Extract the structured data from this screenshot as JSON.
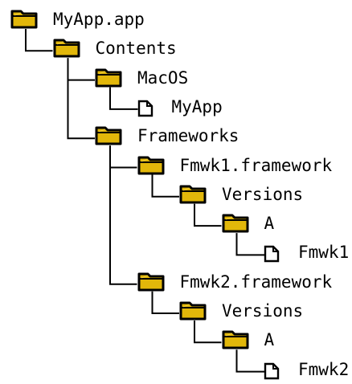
{
  "tree": {
    "nodes": [
      {
        "label": "MyApp.app",
        "kind": "folder",
        "depth": 0,
        "parent": null
      },
      {
        "label": "Contents",
        "kind": "folder",
        "depth": 1,
        "parent": 0
      },
      {
        "label": "MacOS",
        "kind": "folder",
        "depth": 2,
        "parent": 1
      },
      {
        "label": "MyApp",
        "kind": "file",
        "depth": 3,
        "parent": 2
      },
      {
        "label": "Frameworks",
        "kind": "folder",
        "depth": 2,
        "parent": 1
      },
      {
        "label": "Fmwk1.framework",
        "kind": "folder",
        "depth": 3,
        "parent": 4
      },
      {
        "label": "Versions",
        "kind": "folder",
        "depth": 4,
        "parent": 5
      },
      {
        "label": "A",
        "kind": "folder",
        "depth": 5,
        "parent": 6
      },
      {
        "label": "Fmwk1",
        "kind": "file",
        "depth": 6,
        "parent": 7
      },
      {
        "label": "Fmwk2.framework",
        "kind": "folder",
        "depth": 3,
        "parent": 4
      },
      {
        "label": "Versions",
        "kind": "folder",
        "depth": 4,
        "parent": 9
      },
      {
        "label": "A",
        "kind": "folder",
        "depth": 5,
        "parent": 10
      },
      {
        "label": "Fmwk2",
        "kind": "file",
        "depth": 6,
        "parent": 11
      }
    ]
  },
  "colors": {
    "folder_fill": "#e2b70a",
    "folder_outline": "#000000",
    "file_fill": "#ffffff",
    "connector": "#000000",
    "text": "#000000"
  },
  "icons": {
    "folder": "folder-icon",
    "file": "file-icon"
  }
}
